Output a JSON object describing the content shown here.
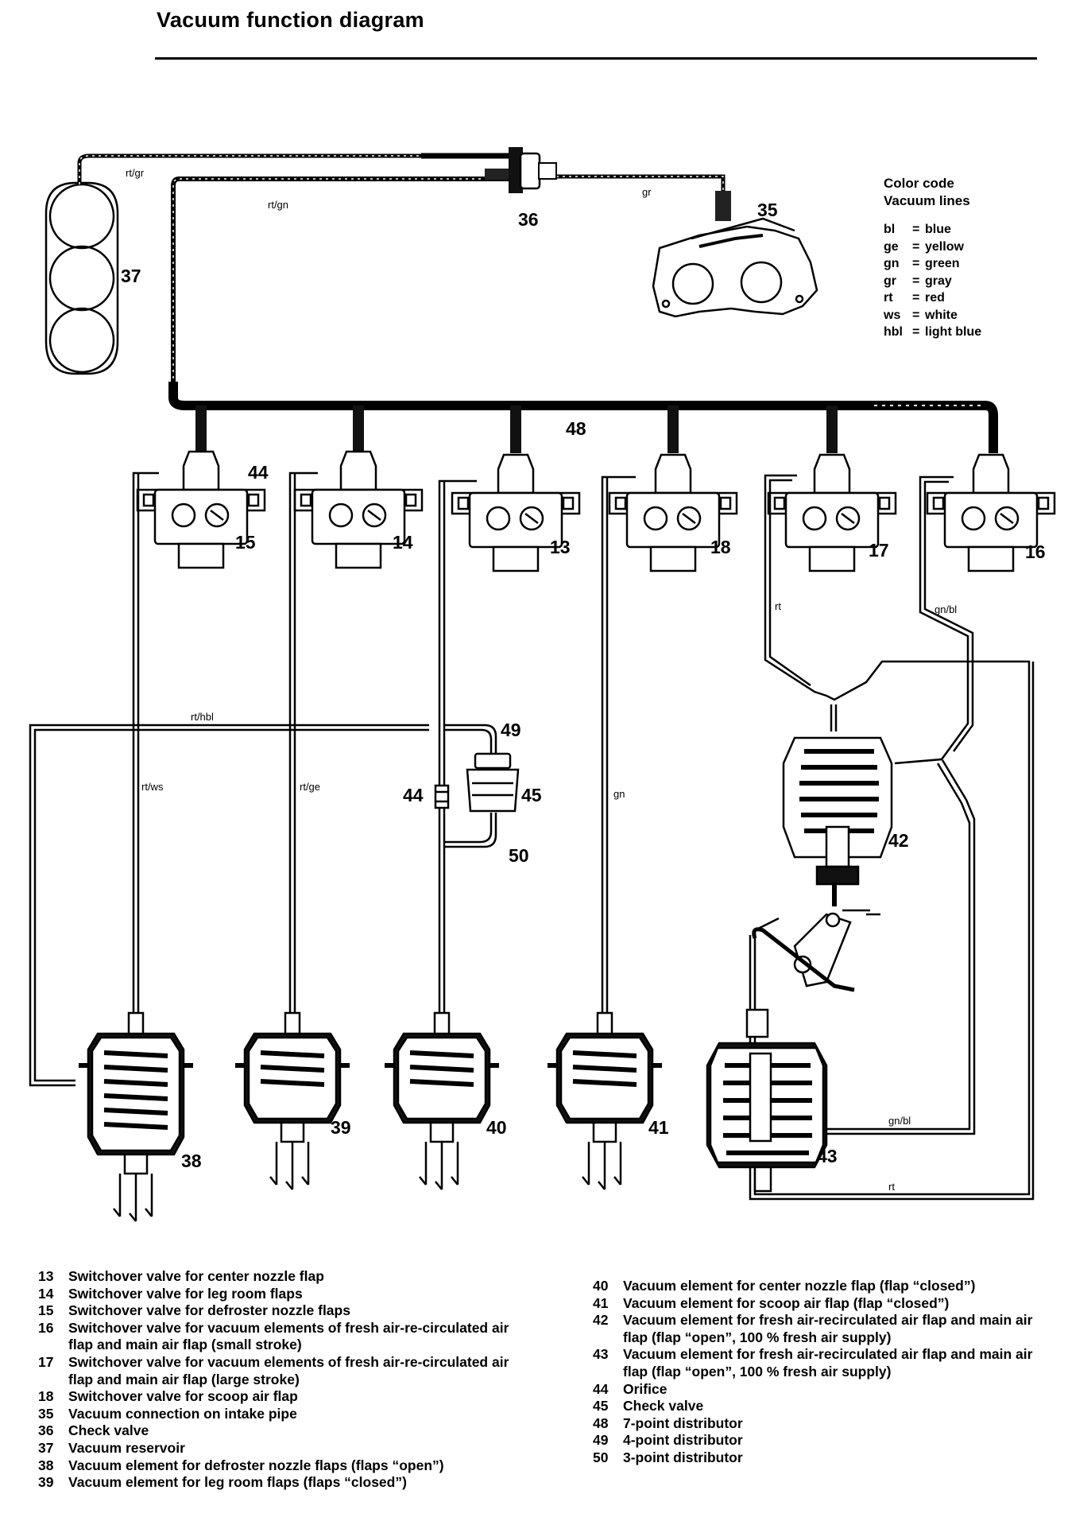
{
  "title": "Vacuum function diagram",
  "color_code": {
    "heading_1": "Color code",
    "heading_2": "Vacuum lines",
    "entries": [
      {
        "code": "bl",
        "meaning": "blue"
      },
      {
        "code": "ge",
        "meaning": "yellow"
      },
      {
        "code": "gn",
        "meaning": "green"
      },
      {
        "code": "gr",
        "meaning": "gray"
      },
      {
        "code": "rt",
        "meaning": "red"
      },
      {
        "code": "ws",
        "meaning": "white"
      },
      {
        "code": "hbl",
        "meaning": "light blue"
      }
    ]
  },
  "line_labels": {
    "rt_gr": "rt/gr",
    "rt_gn": "rt/gn",
    "gr": "gr",
    "rt_hbl": "rt/hbl",
    "rt_ws": "rt/ws",
    "rt_ge": "rt/ge",
    "gn": "gn",
    "rt": "rt",
    "gn_bl": "gn/bl"
  },
  "components": {
    "c13": "13",
    "c14": "14",
    "c15": "15",
    "c16": "16",
    "c17": "17",
    "c18": "18",
    "c35": "35",
    "c36": "36",
    "c37": "37",
    "c38": "38",
    "c39": "39",
    "c40": "40",
    "c41": "41",
    "c42": "42",
    "c43": "43",
    "c44": "44",
    "c45": "45",
    "c48": "48",
    "c49": "49",
    "c50": "50"
  },
  "legend_left": [
    {
      "num": "13",
      "text": "Switchover valve for center nozzle flap"
    },
    {
      "num": "14",
      "text": "Switchover valve for leg room flaps"
    },
    {
      "num": "15",
      "text": "Switchover valve for defroster nozzle flaps"
    },
    {
      "num": "16",
      "text": "Switchover valve for vacuum elements of fresh air-re-circulated air flap and main air flap (small stroke)"
    },
    {
      "num": "17",
      "text": "Switchover valve for vacuum elements of fresh air-re-circulated air flap and main air flap (large stroke)"
    },
    {
      "num": "18",
      "text": "Switchover valve for scoop air flap"
    },
    {
      "num": "35",
      "text": "Vacuum connection on intake pipe"
    },
    {
      "num": "36",
      "text": "Check valve"
    },
    {
      "num": "37",
      "text": "Vacuum reservoir"
    },
    {
      "num": "38",
      "text": "Vacuum element for defroster nozzle flaps (flaps “open”)"
    },
    {
      "num": "39",
      "text": "Vacuum element for leg room flaps (flaps “closed”)"
    }
  ],
  "legend_right": [
    {
      "num": "40",
      "text": "Vacuum element for center nozzle flap (flap “closed”)"
    },
    {
      "num": "41",
      "text": "Vacuum element for scoop air flap (flap “closed”)"
    },
    {
      "num": "42",
      "text": "Vacuum element for fresh air-recirculated air flap and main air flap (flap “open”, 100 % fresh air supply)"
    },
    {
      "num": "43",
      "text": "Vacuum element for fresh air-recirculated air flap and main air flap (flap “open”, 100 % fresh air supply)"
    },
    {
      "num": "44",
      "text": "Orifice"
    },
    {
      "num": "45",
      "text": "Check valve"
    },
    {
      "num": "48",
      "text": "7-point distributor"
    },
    {
      "num": "49",
      "text": "4-point distributor"
    },
    {
      "num": "50",
      "text": "3-point distributor"
    }
  ]
}
